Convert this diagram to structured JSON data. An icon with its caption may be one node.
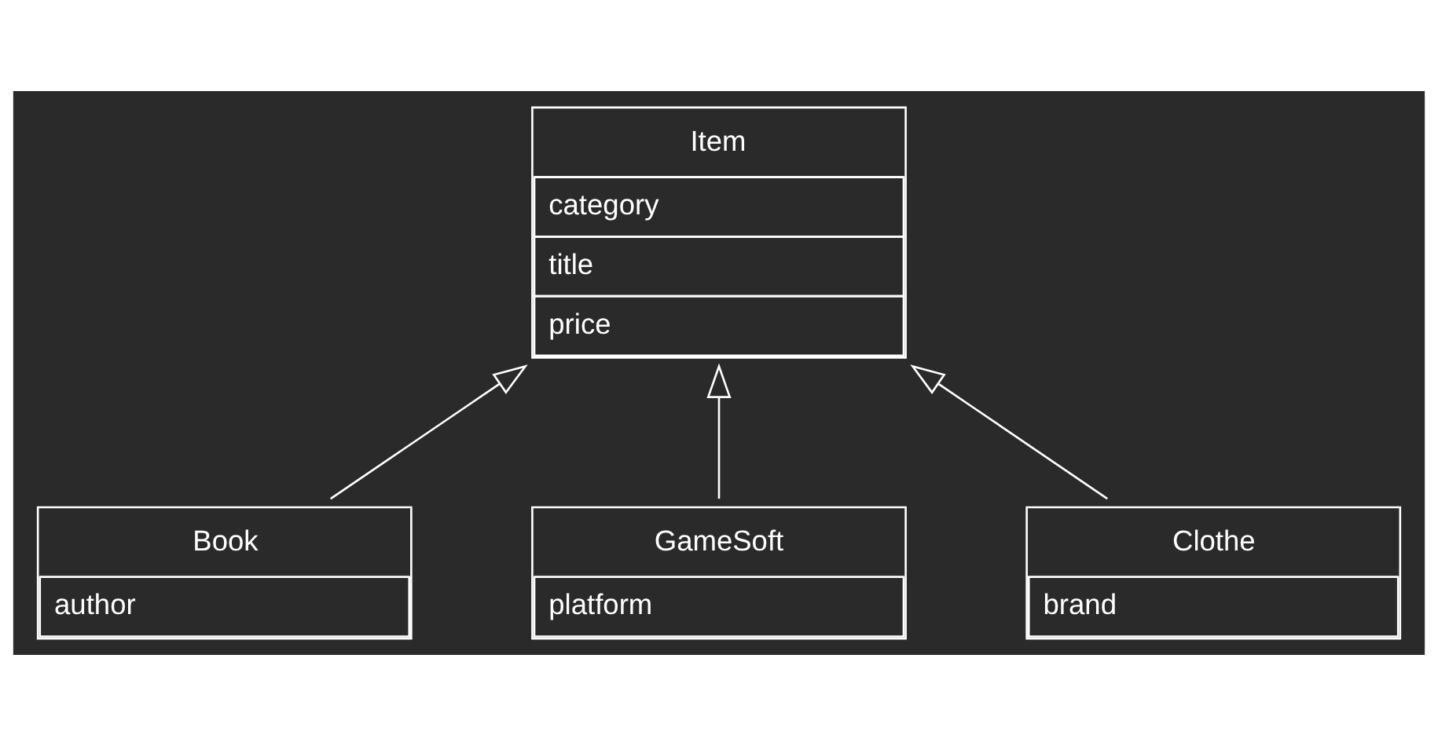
{
  "diagram": {
    "nodes": [
      {
        "text": [
          "Item",
          "category",
          "title",
          "price"
        ]
      },
      {
        "text": [
          "Book",
          "author"
        ]
      },
      {
        "text": [
          "GameSoft",
          "platform"
        ]
      },
      {
        "text": [
          "Clothe",
          "brand"
        ]
      }
    ],
    "edges": [
      {
        "from": 1,
        "to": 0,
        "arrow": "to"
      },
      {
        "from": 2,
        "to": 0,
        "arrow": "to"
      },
      {
        "from": 3,
        "to": 0,
        "arrow": "to"
      }
    ]
  }
}
